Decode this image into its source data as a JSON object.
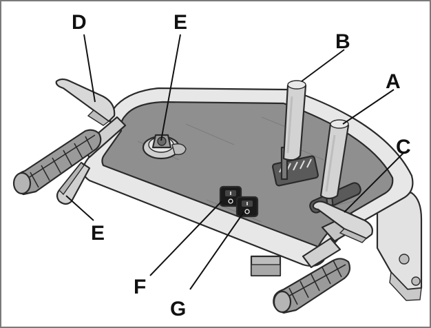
{
  "figure": {
    "callouts": {
      "a": "A",
      "b": "B",
      "c": "C",
      "d": "D",
      "e_top": "E",
      "e_left": "E",
      "f": "F",
      "g": "G"
    },
    "colors": {
      "panel_rim": "#e7e7e7",
      "panel_face": "#8f8f8f",
      "lever": "#d3d3d3",
      "grip": "#9a9a9a",
      "switch_body": "#1a1a1a",
      "outline": "#2a2a2a"
    }
  }
}
